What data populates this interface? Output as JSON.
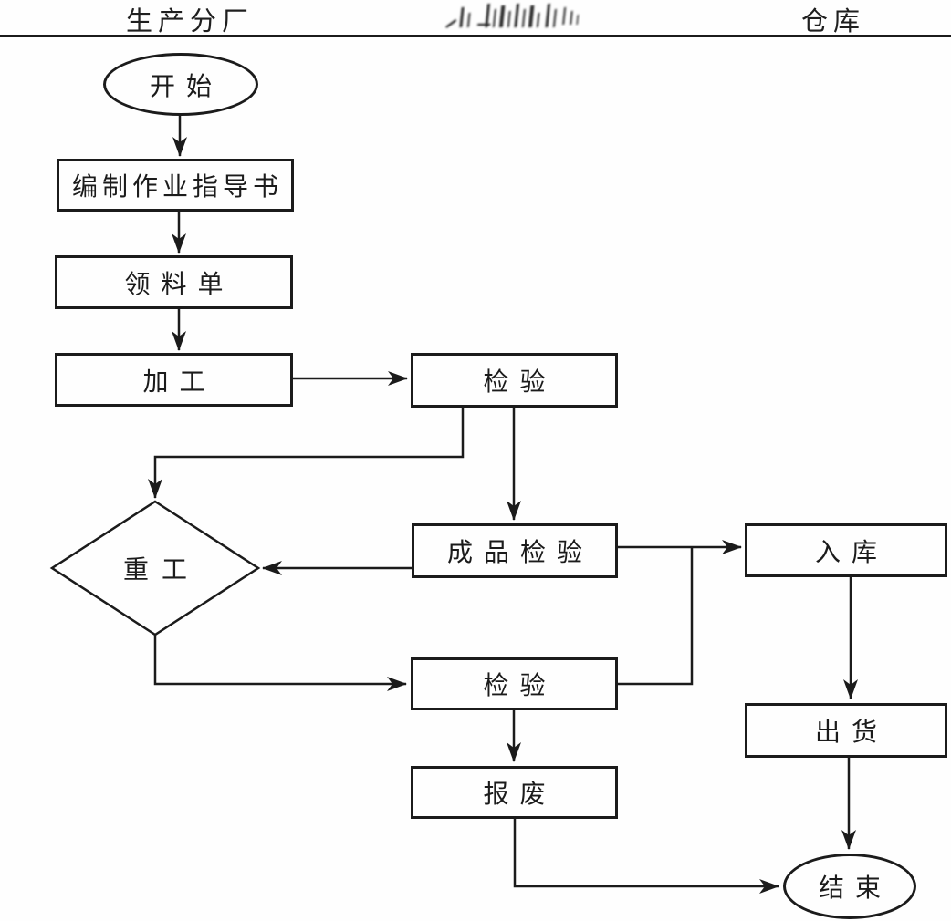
{
  "header": {
    "lanes": [
      {
        "id": "production-branch",
        "label": "生产分厂"
      },
      {
        "id": "center-lane",
        "label": "",
        "icon": "illegible-text-smudge"
      },
      {
        "id": "warehouse",
        "label": "仓库"
      }
    ]
  },
  "nodes": {
    "start": {
      "type": "terminator",
      "label": "开始"
    },
    "prepare_instructions": {
      "type": "process",
      "label": "编制作业指导书"
    },
    "material_requisition": {
      "type": "process",
      "label": "领料单"
    },
    "processing": {
      "type": "process",
      "label": "加工"
    },
    "inspection_1": {
      "type": "process",
      "label": "检验"
    },
    "rework": {
      "type": "decision",
      "label": "重工"
    },
    "finished_inspection": {
      "type": "process",
      "label": "成品检验"
    },
    "warehousing": {
      "type": "process",
      "label": "入库"
    },
    "inspection_2": {
      "type": "process",
      "label": "检验"
    },
    "scrap": {
      "type": "process",
      "label": "报废"
    },
    "shipment": {
      "type": "process",
      "label": "出货"
    },
    "end": {
      "type": "terminator",
      "label": "结束"
    }
  },
  "edges": [
    {
      "from": "start",
      "to": "prepare_instructions"
    },
    {
      "from": "prepare_instructions",
      "to": "material_requisition"
    },
    {
      "from": "material_requisition",
      "to": "processing"
    },
    {
      "from": "processing",
      "to": "inspection_1"
    },
    {
      "from": "inspection_1",
      "to": "rework"
    },
    {
      "from": "inspection_1",
      "to": "finished_inspection"
    },
    {
      "from": "finished_inspection",
      "to": "rework"
    },
    {
      "from": "finished_inspection",
      "to": "warehousing"
    },
    {
      "from": "rework",
      "to": "inspection_2"
    },
    {
      "from": "inspection_2",
      "to": "warehousing"
    },
    {
      "from": "inspection_2",
      "to": "scrap"
    },
    {
      "from": "scrap",
      "to": "end"
    },
    {
      "from": "warehousing",
      "to": "shipment"
    },
    {
      "from": "shipment",
      "to": "end"
    }
  ],
  "colors": {
    "ink": "#1b1b1b",
    "paper": "#fefefe"
  }
}
